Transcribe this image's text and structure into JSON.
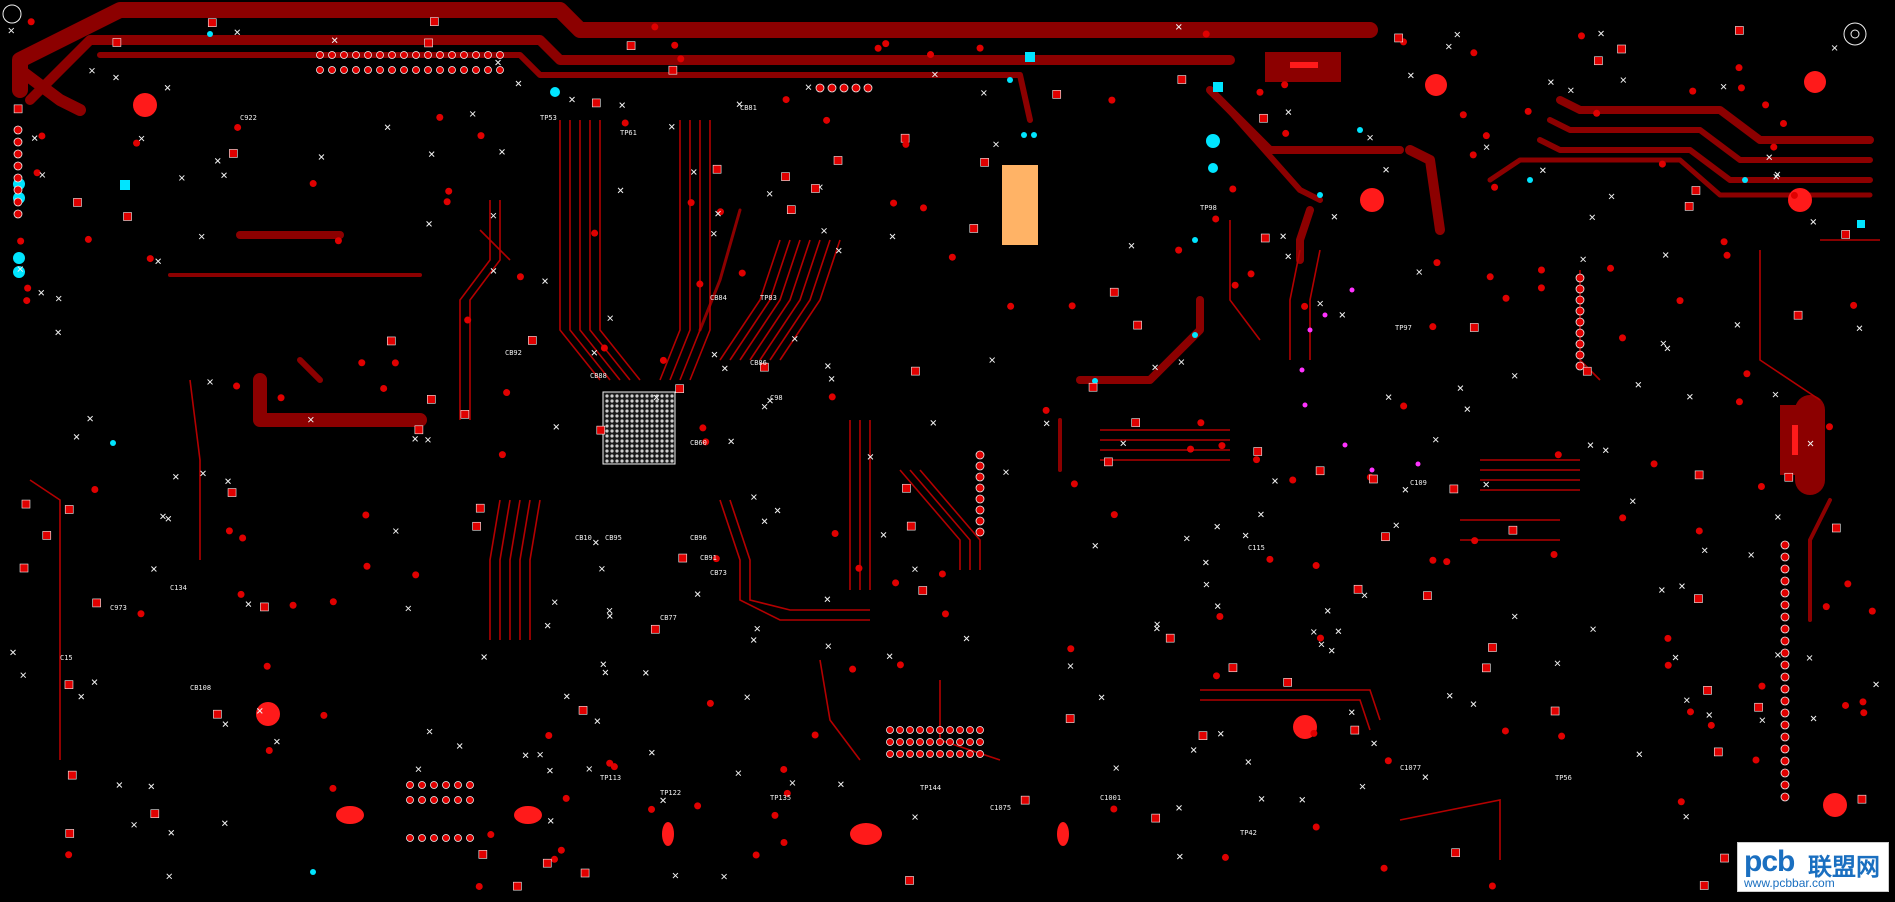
{
  "viewer": {
    "background": "#000000",
    "trace_color": "#8c0000",
    "bright_trace_color": "#b30000",
    "pad_color": "#e00000",
    "via_color": "#ff1a1a",
    "silk_color": "#f0f0f0",
    "highlight_color": "#00e5ff",
    "copper_fill_color": "#ffb366"
  },
  "designators": [
    "C922",
    "CB81",
    "TP53",
    "TP61",
    "TP83",
    "CB84",
    "CB86",
    "CB92",
    "CB88",
    "C98",
    "CB60",
    "CB95",
    "CB96",
    "CB91",
    "CB73",
    "CB77",
    "CB10",
    "C973",
    "C134",
    "C15",
    "CB108",
    "C109",
    "C115",
    "TP98",
    "TP97",
    "TP113",
    "TP122",
    "TP135",
    "TP144",
    "C1075",
    "C1001",
    "C1077",
    "TP56",
    "TP42"
  ],
  "watermark": {
    "brand": "pcb",
    "brand_cn": "联盟网",
    "url": "www.pcbbar.com",
    "color": "#1a6fc0"
  }
}
